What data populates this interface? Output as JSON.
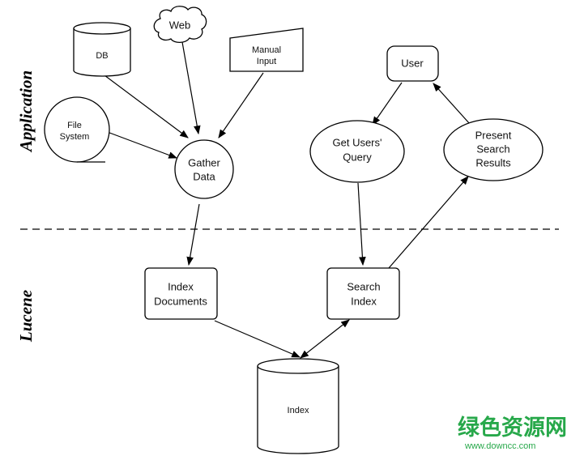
{
  "sections": {
    "top": "Application",
    "bottom": "Lucene"
  },
  "nodes": {
    "db": "DB",
    "web": "Web",
    "manual_input": [
      "Manual",
      "Input"
    ],
    "file_system": [
      "File",
      "System"
    ],
    "gather_data": [
      "Gather",
      "Data"
    ],
    "user": "User",
    "get_query": [
      "Get Users'",
      "Query"
    ],
    "present_results": [
      "Present",
      "Search",
      "Results"
    ],
    "index_documents": [
      "Index",
      "Documents"
    ],
    "search_index": [
      "Search",
      "Index"
    ],
    "index": "Index"
  },
  "watermark": {
    "title": "绿色资源网",
    "url": "www.downcc.com",
    "color": "#27a84a"
  }
}
